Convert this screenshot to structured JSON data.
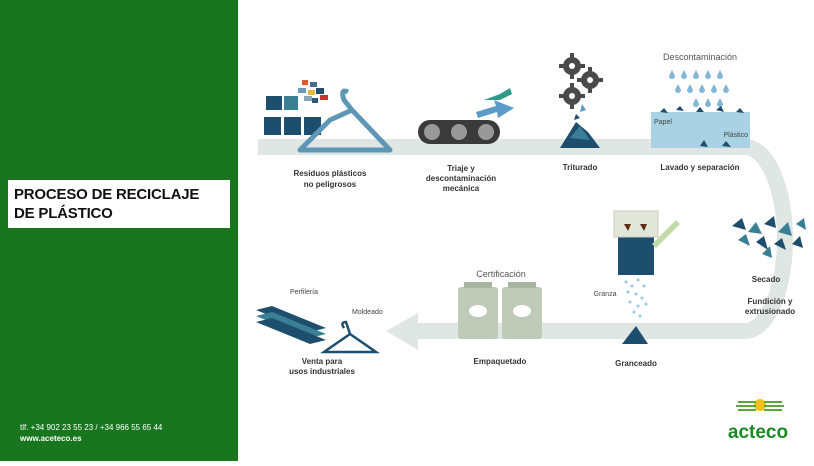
{
  "sidebar": {
    "title_line1": "PROCESO DE RECICLAJE",
    "title_line2": "DE PLÁSTICO",
    "phone": "tlf. +34 902 23 55 23 / +34 966 55 65 44",
    "website": "www.aceteco.es"
  },
  "steps": {
    "residuos_line1": "Residuos plásticos",
    "residuos_line2": "no peligrosos",
    "triaje_line1": "Triaje y",
    "triaje_line2": "descontaminación",
    "triaje_line3": "mecánica",
    "triturado": "Triturado",
    "lavado": "Lavado y separación",
    "secado": "Secado",
    "fundicion_line1": "Fundición y",
    "fundicion_line2": "extrusionado",
    "granceado": "Granceado",
    "empaquetado": "Empaquetado",
    "venta_line1": "Venta para",
    "venta_line2": "usos industriales"
  },
  "labels": {
    "descontaminacion": "Descontaminación",
    "papel": "Papel",
    "plastico": "Plástico",
    "certificacion": "Certificación",
    "granza": "Granza",
    "perfileria": "Perfilería",
    "moldeado": "Moldeado"
  },
  "logo": {
    "text": "acteco"
  },
  "colors": {
    "brand_green": "#18761f",
    "navy": "#1d4e6e",
    "teal": "#3a7f94",
    "light_blue": "#a9d2e4",
    "arrow_gray": "#dfe6e4"
  }
}
